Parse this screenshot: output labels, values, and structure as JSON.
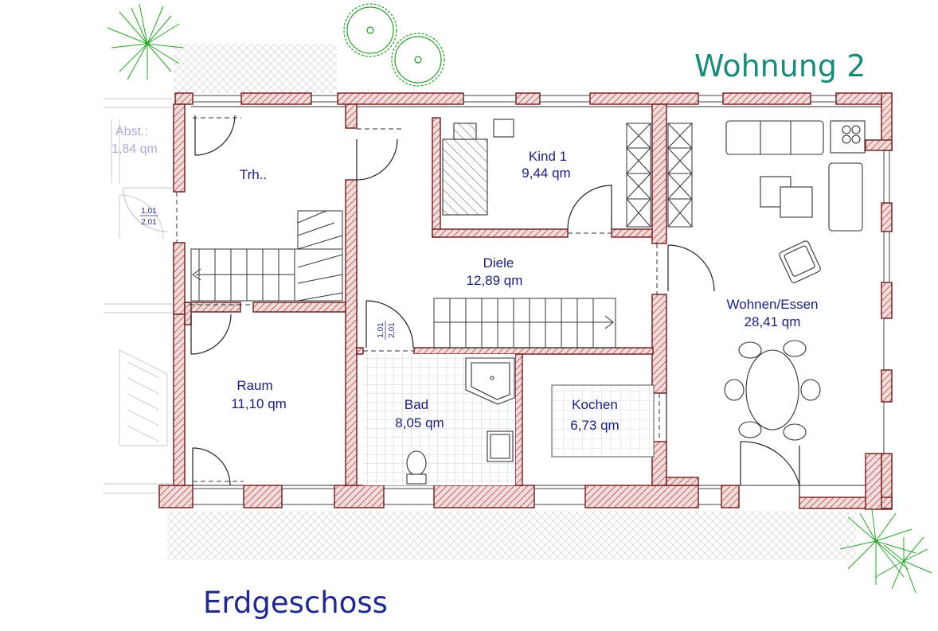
{
  "title": "Wohnung 2",
  "floor": "Erdgeschoss",
  "rooms": {
    "abst": {
      "name": "Abst.:",
      "area": "1,84 qm"
    },
    "trh": {
      "name": "Trh.."
    },
    "kind1": {
      "name": "Kind 1",
      "area": "9,44 qm"
    },
    "diele": {
      "name": "Diele",
      "area": "12,89 qm"
    },
    "wohnen": {
      "name": "Wohnen/Essen",
      "area": "28,41 qm"
    },
    "raum": {
      "name": "Raum",
      "area": "11,10 qm"
    },
    "bad": {
      "name": "Bad",
      "area": "8,05 qm"
    },
    "kochen": {
      "name": "Kochen",
      "area": "6,73 qm"
    }
  },
  "door_labels": {
    "left": {
      "width": "1,01",
      "height": "2,01"
    },
    "bad": {
      "width": "1,01",
      "height": "2,01"
    }
  },
  "colors": {
    "wall_fill": "#f2d6d6",
    "wall_stroke": "#7a1f1f",
    "hatch": "#a33a3a",
    "text": "#1a1f7a",
    "accent": "#1c8a7a",
    "plant": "#2a9a2a"
  }
}
